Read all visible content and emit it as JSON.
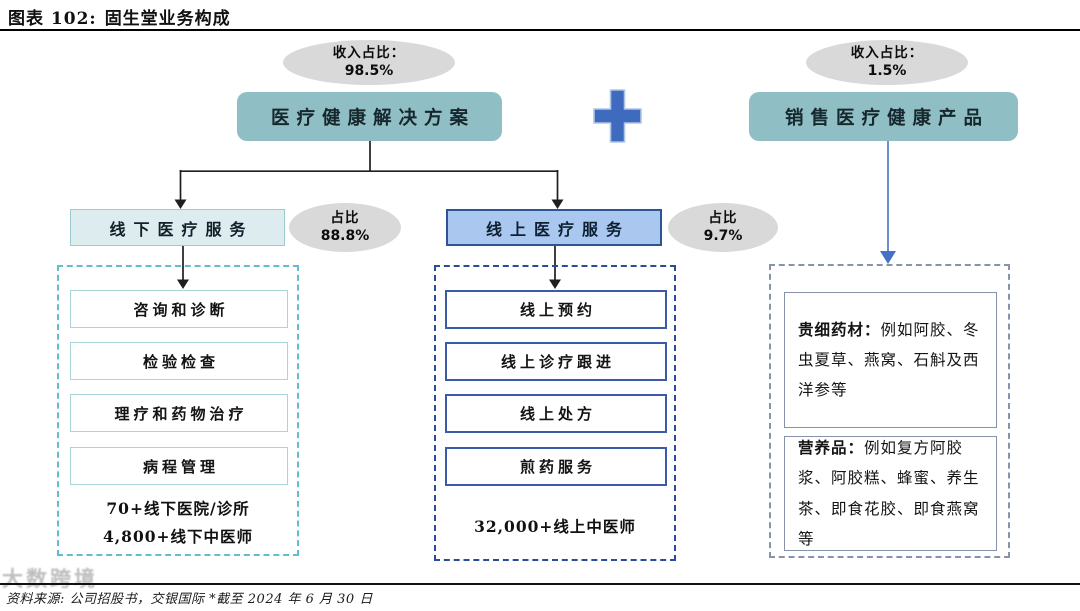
{
  "header": {
    "figure_label": "图表 102:",
    "figure_title": "固生堂业务构成"
  },
  "diagram": {
    "plus_symbol": "+",
    "solutions_branch": {
      "revenue_share": {
        "label": "收入占比：",
        "value": "98.5%"
      },
      "title": "医疗健康解决方案",
      "offline": {
        "title": "线下医疗服务",
        "share": {
          "label": "占比",
          "value": "88.8%"
        },
        "items": [
          "咨询和诊断",
          "检验检查",
          "理疗和药物治疗",
          "病程管理"
        ],
        "stats": [
          "70+线下医院/诊所",
          "4,800+线下中医师"
        ]
      },
      "online": {
        "title": "线上医疗服务",
        "share": {
          "label": "占比",
          "value": "9.7%"
        },
        "items": [
          "线上预约",
          "线上诊疗跟进",
          "线上处方",
          "煎药服务"
        ],
        "stats": [
          "32,000+线上中医师"
        ]
      }
    },
    "products_branch": {
      "revenue_share": {
        "label": "收入占比：",
        "value": "1.5%"
      },
      "title": "销售医疗健康产品",
      "categories": [
        {
          "label": "贵细药材：",
          "description": "例如阿胶、冬虫夏草、燕窝、石斛及西洋参等"
        },
        {
          "label": "营养品：",
          "description": "例如复方阿胶浆、阿胶糕、蜂蜜、养生茶、即食花胶、即食燕窝等"
        }
      ]
    }
  },
  "footer": {
    "source": "资料来源: 公司招股书，交银国际 *截至 2024 年 6 月 30 日",
    "watermark": "大数跨境"
  },
  "colors": {
    "main_box_teal": "#8FBFC4",
    "offline_fill": "#DDEDEF",
    "offline_border": "#9CCBD4",
    "online_fill": "#A9C7EF",
    "online_border": "#2E5496",
    "ellipse_gray": "#D9D9D9",
    "plus_blue": "#3E6BBE",
    "arrow_blue": "#4472C4",
    "dashed_teal": "#62BEC8",
    "dashed_navy": "#2B4C9B",
    "dashed_slate": "#8793AB"
  }
}
